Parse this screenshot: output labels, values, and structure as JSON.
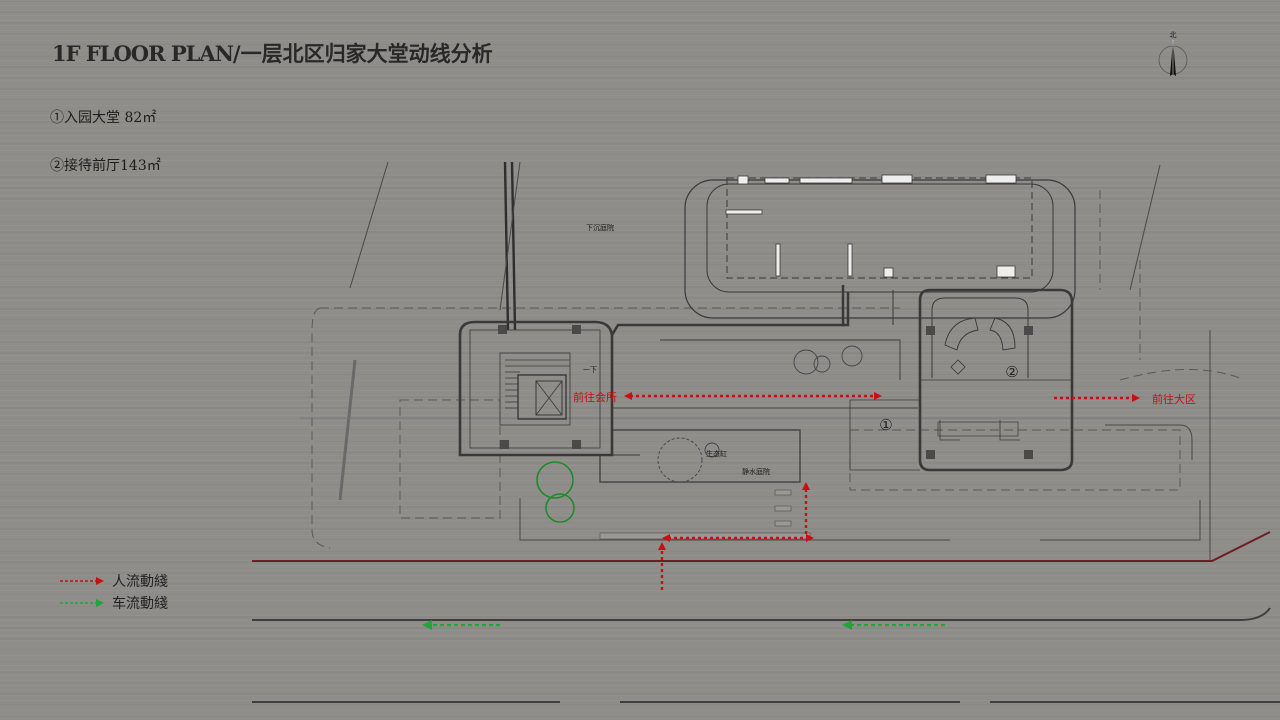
{
  "title": {
    "english": "1F FLOOR PLAN",
    "separator": "/",
    "chinese": "一层北区归家大堂动线分析"
  },
  "areas": [
    {
      "label": "①入园大堂 82㎡"
    },
    {
      "label": "②接待前厅143㎡"
    }
  ],
  "compass": {
    "label": "北"
  },
  "plan": {
    "labels": {
      "sunken_courtyard": "下沉庭院",
      "ecology_pool": "生态缸",
      "still_water_courtyard": "静水庭院",
      "to_clubhouse": "前往会所",
      "to_main_zone": "前往大区",
      "marker_1": "①",
      "marker_2": "②",
      "stair_down": "一下"
    },
    "colors": {
      "pedestrian_flow": "#c80f12",
      "vehicle_flow": "#1fa53a",
      "linework": "#3a3938",
      "road_edge": "#6b1e24"
    }
  },
  "legend": [
    {
      "label": "人流動綫",
      "color": "#c80f12"
    },
    {
      "label": "车流動綫",
      "color": "#1fa53a"
    }
  ]
}
